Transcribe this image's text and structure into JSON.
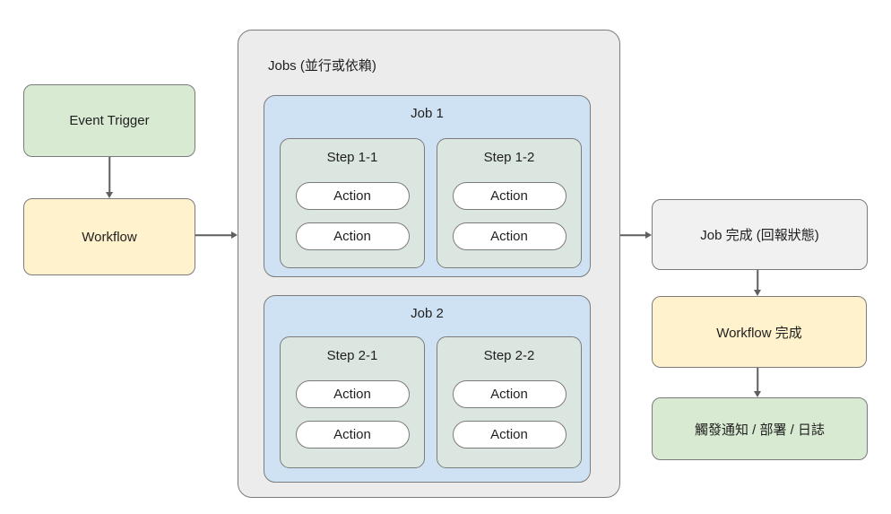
{
  "left_column": {
    "event_trigger": "Event Trigger",
    "workflow": "Workflow"
  },
  "jobs_container": {
    "label": "Jobs (並行或依賴)",
    "jobs": [
      {
        "title": "Job 1",
        "steps": [
          {
            "title": "Step 1-1",
            "actions": [
              "Action",
              "Action"
            ]
          },
          {
            "title": "Step 1-2",
            "actions": [
              "Action",
              "Action"
            ]
          }
        ]
      },
      {
        "title": "Job 2",
        "steps": [
          {
            "title": "Step 2-1",
            "actions": [
              "Action",
              "Action"
            ]
          },
          {
            "title": "Step 2-2",
            "actions": [
              "Action",
              "Action"
            ]
          }
        ]
      }
    ]
  },
  "right_column": {
    "job_done": "Job 完成 (回報狀態)",
    "workflow_done": "Workflow 完成",
    "notify": "觸發通知 / 部署 / 日誌"
  },
  "colors": {
    "green": "#d9ead3",
    "yellow": "#fff2cc",
    "blue": "#cfe2f3",
    "step": "#dce6e1",
    "container_gray": "#ececec",
    "box_gray": "#f1f1f1",
    "border": "#7b7b7b",
    "arrow": "#5f5f5f"
  }
}
